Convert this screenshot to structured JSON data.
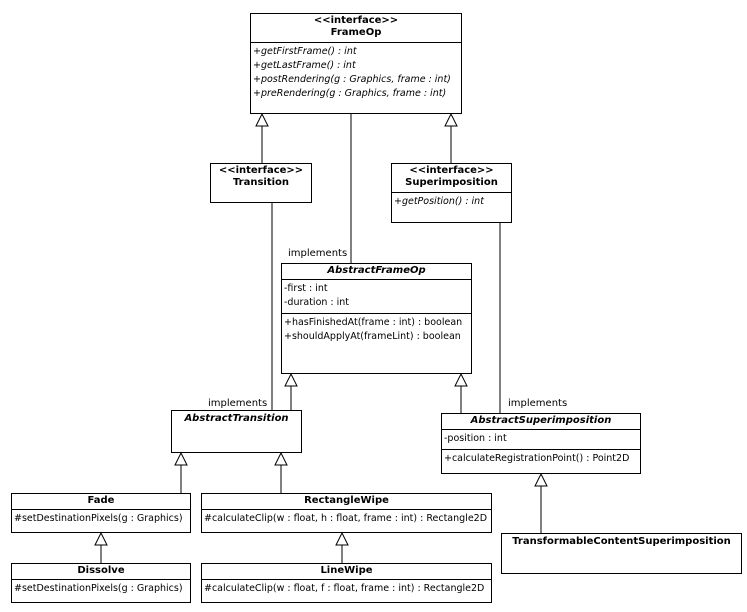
{
  "classes": {
    "frameop": {
      "stereotype": "<<interface>>",
      "name": "FrameOp",
      "operations": [
        "+getFirstFrame() : int",
        "+getLastFrame() : int",
        "+postRendering(g : Graphics, frame : int)",
        "+preRendering(g : Graphics, frame : int)"
      ]
    },
    "transition": {
      "stereotype": "<<interface>>",
      "name": "Transition"
    },
    "superimposition": {
      "stereotype": "<<interface>>",
      "name": "Superimposition",
      "operations": [
        "+getPosition() : int"
      ]
    },
    "abstractframeop": {
      "name": "AbstractFrameOp",
      "attributes": [
        "-first : int",
        "-duration : int"
      ],
      "operations": [
        "+hasFinishedAt(frame : int) : boolean",
        "+shouldApplyAt(frameLint) : boolean"
      ]
    },
    "abstracttransition": {
      "name": "AbstractTransition"
    },
    "abstractsuperimposition": {
      "name": "AbstractSuperimposition",
      "attributes": [
        "-position : int"
      ],
      "operations": [
        "+calculateRegistrationPoint() : Point2D"
      ]
    },
    "fade": {
      "name": "Fade",
      "operations": [
        "#setDestinationPixels(g : Graphics)"
      ]
    },
    "rectanglewipe": {
      "name": "RectangleWipe",
      "operations": [
        "#calculateClip(w : float, h : float, frame : int) : Rectangle2D"
      ]
    },
    "dissolve": {
      "name": "Dissolve",
      "operations": [
        "#setDestinationPixels(g : Graphics)"
      ]
    },
    "linewipe": {
      "name": "LineWipe",
      "operations": [
        "#calculateClip(w : float, f : float, frame : int) : Rectangle2D"
      ]
    },
    "transformable": {
      "name": "TransformableContentSuperimposition"
    }
  },
  "labels": {
    "implements_frameop": "implements",
    "implements_transition": "implements",
    "implements_superimposition": "implements"
  }
}
